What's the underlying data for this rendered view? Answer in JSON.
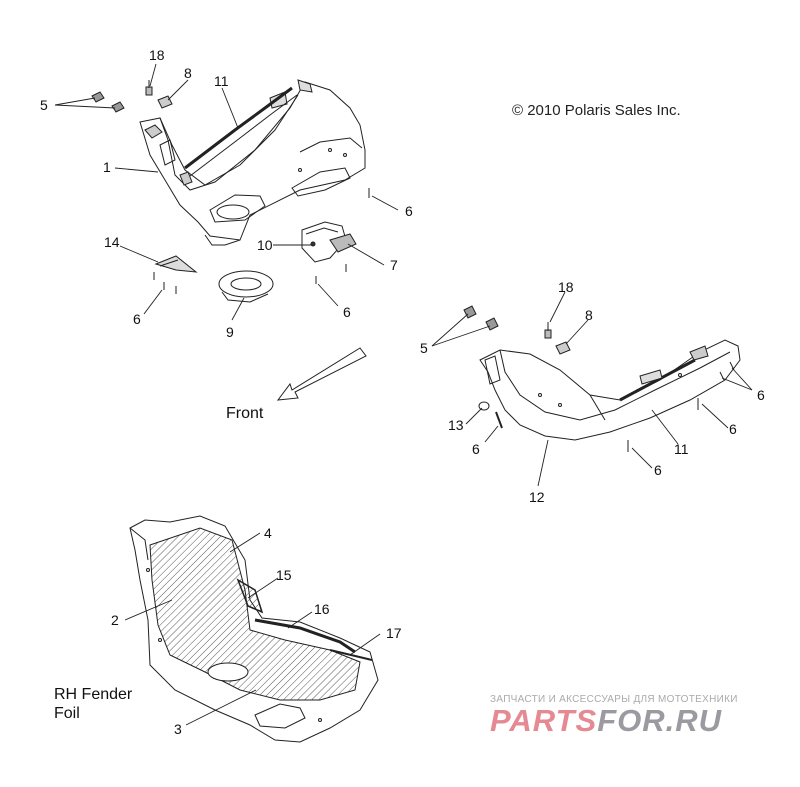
{
  "copyright": "© 2010 Polaris Sales Inc.",
  "front_label": "Front",
  "caption": [
    "RH Fender",
    "Foil"
  ],
  "watermark": {
    "tagline": "ЗАПЧАСТИ И АКСЕССУАРЫ ДЛЯ МОТОТЕХНИКИ",
    "logo_a": "PARTS",
    "logo_b": "FOR.RU"
  },
  "callouts": {
    "top_18": "18",
    "top_8": "8",
    "top_5": "5",
    "top_11": "11",
    "top_1": "1",
    "top_6a": "6",
    "top_10": "10",
    "top_7": "7",
    "top_14": "14",
    "top_6b": "6",
    "top_9": "9",
    "top_6c": "6",
    "right_18": "18",
    "right_8": "8",
    "right_5": "5",
    "right_6a": "6",
    "right_13": "13",
    "right_6b": "6",
    "right_6c": "6",
    "right_11": "11",
    "right_6d": "6",
    "right_12": "12",
    "bot_4": "4",
    "bot_15": "15",
    "bot_2": "2",
    "bot_16": "16",
    "bot_17": "17",
    "bot_3": "3"
  }
}
